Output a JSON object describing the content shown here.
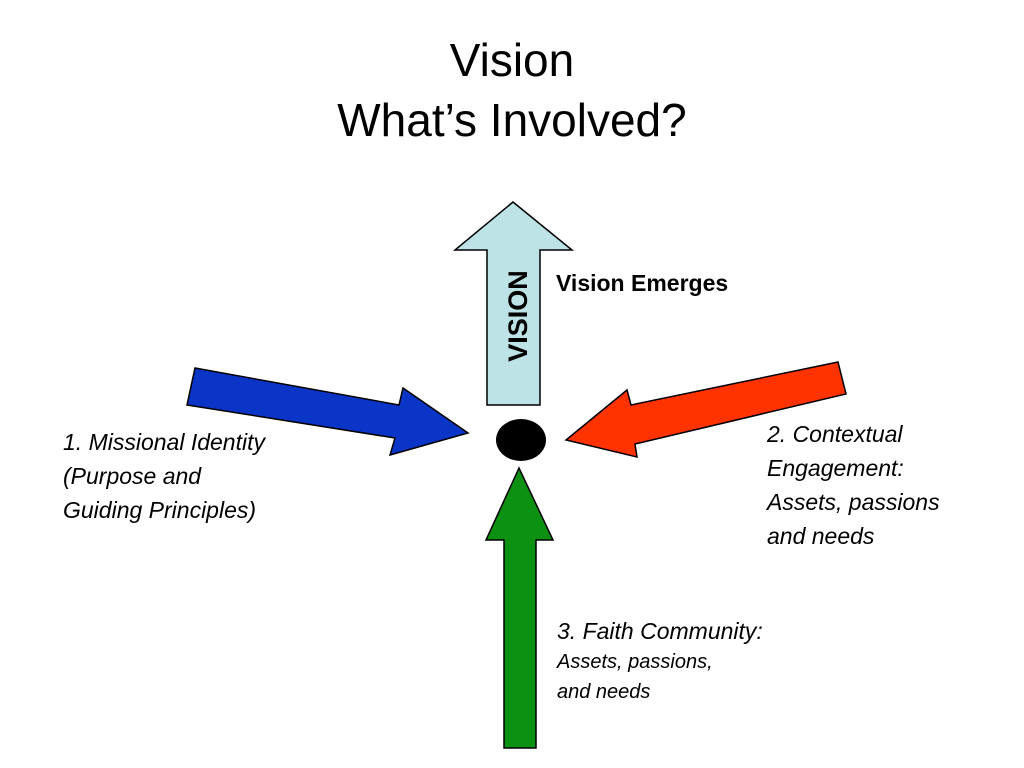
{
  "slide": {
    "title_line1": "Vision",
    "title_line2": "What’s Involved?"
  },
  "diagram": {
    "vision_arrow_text": "VISION",
    "vision_emerges": "Vision Emerges",
    "mission_label": [
      "1. Missional Identity",
      "(Purpose and",
      "Guiding Principles)"
    ],
    "context_label": [
      "2. Contextual",
      "Engagement:",
      "Assets, passions",
      "and needs"
    ],
    "faith_label": [
      "3. Faith Community:",
      "Assets, passions,",
      "and needs"
    ],
    "colors": {
      "vision_arrow": "#bde3e6",
      "mission_arrow": "#0a35c7",
      "context_arrow": "#ff3300",
      "faith_arrow": "#0d9112",
      "center_dot": "#000000"
    }
  }
}
